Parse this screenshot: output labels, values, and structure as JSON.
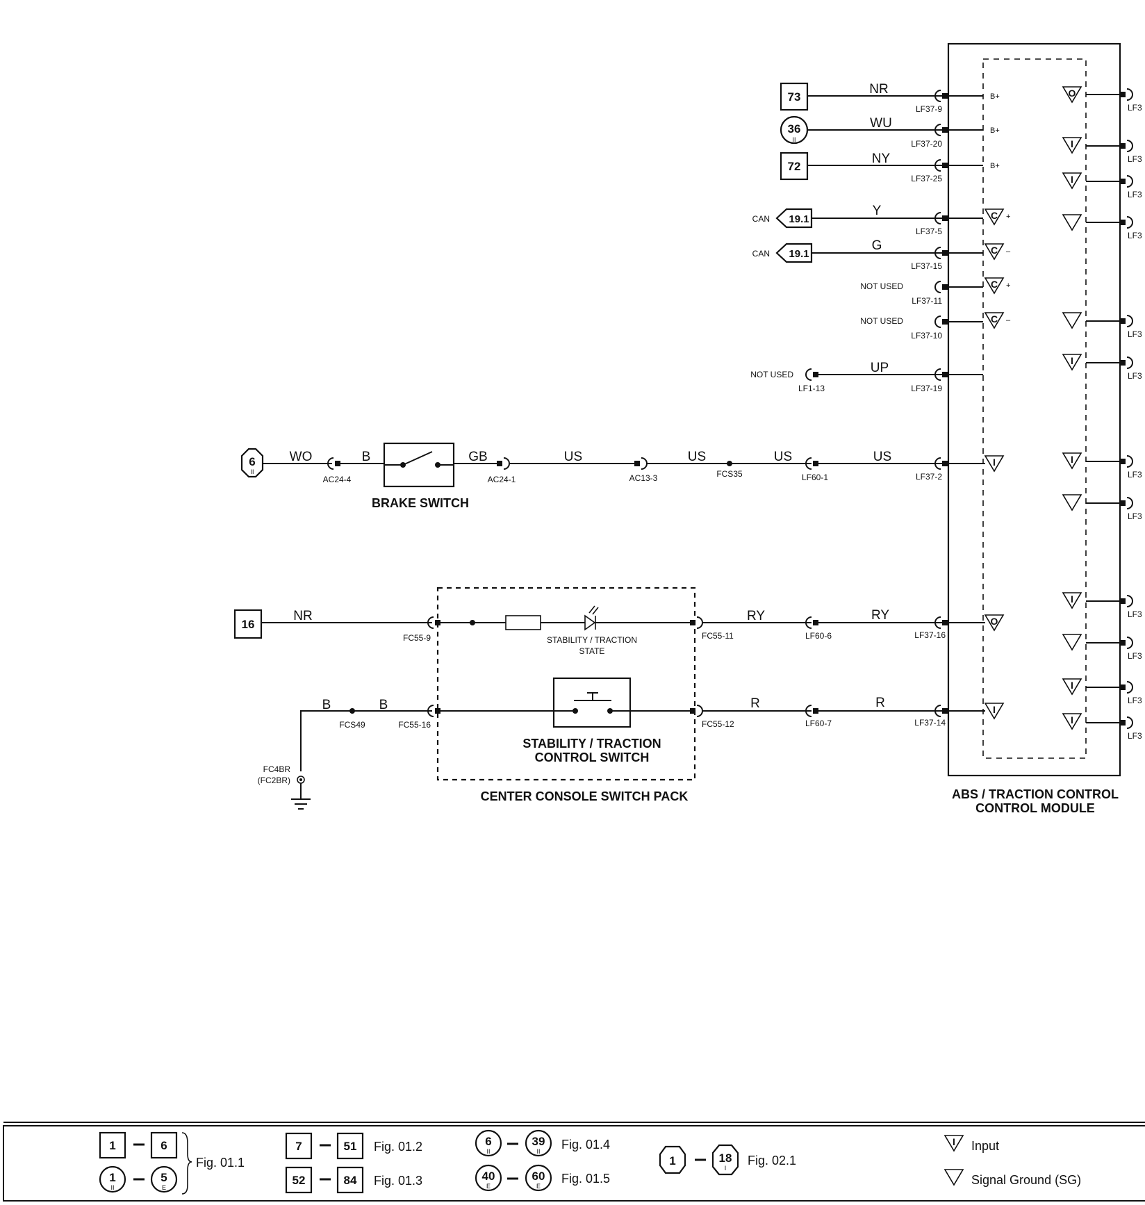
{
  "module": {
    "title_line1": "ABS / TRACTION CONTROL",
    "title_line2": "CONTROL MODULE",
    "pins": {
      "bplus": "B+",
      "c_plus": "+",
      "c_minus": "–"
    }
  },
  "symbols": {
    "input": "I",
    "output": "O",
    "can": "C"
  },
  "supplies": [
    {
      "ref": "73",
      "wire": "NR",
      "conn": "LF37-9"
    },
    {
      "ref": "36",
      "sub": "II",
      "wire": "WU",
      "conn": "LF37-20"
    },
    {
      "ref": "72",
      "wire": "NY",
      "conn": "LF37-25"
    }
  ],
  "can": [
    {
      "label": "CAN",
      "ref": "19.1",
      "wire": "Y",
      "conn": "LF37-5"
    },
    {
      "label": "CAN",
      "ref": "19.1",
      "wire": "G",
      "conn": "LF37-15"
    },
    {
      "label": "NOT USED",
      "conn": "LF37-11"
    },
    {
      "label": "NOT USED",
      "conn": "LF37-10"
    }
  ],
  "unused_line": {
    "label": "NOT USED",
    "conn_left": "LF1-13",
    "wire": "UP",
    "conn_right": "LF37-19"
  },
  "brake_circuit": {
    "ref": "6",
    "ref_sub": "II",
    "wire1": "WO",
    "conn1": "AC24-4",
    "wire2": "B",
    "switch_label": "BRAKE SWITCH",
    "wire3": "GB",
    "conn2": "AC24-1",
    "wire4": "US",
    "conn3": "AC13-3",
    "wire5": "US",
    "splice": "FCS35",
    "wire6": "US",
    "conn4": "LF60-1",
    "wire7": "US",
    "conn5": "LF37-2"
  },
  "console": {
    "ref": "16",
    "wire_in": "NR",
    "conn_in": "FC55-9",
    "lamp_label_line1": "STABILITY / TRACTION",
    "lamp_label_line2": "STATE",
    "conn_out1": "FC55-11",
    "wire_out1a": "RY",
    "conn_mid1": "LF60-6",
    "wire_out1b": "RY",
    "conn_end1": "LF37-16",
    "ground_wire1": "B",
    "splice": "FCS49",
    "ground_wire2": "B",
    "conn_in2": "FC55-16",
    "switch_label_line1": "STABILITY / TRACTION",
    "switch_label_line2": "CONTROL SWITCH",
    "conn_out2": "FC55-12",
    "wire_out2a": "R",
    "conn_mid2": "LF60-7",
    "wire_out2b": "R",
    "conn_end2": "LF37-14",
    "ground_line1": "FC4BR",
    "ground_line2": "(FC2BR)",
    "pack_label": "CENTER CONSOLE SWITCH PACK"
  },
  "right_pins": [
    "LF3",
    "LF3",
    "LF3",
    "LF3",
    "LF3",
    "LF3",
    "LF3",
    "LF3",
    "LF3",
    "LF3",
    "LF3",
    "LF3",
    "LF3"
  ],
  "legend": {
    "g1": {
      "a": "1",
      "b": "6",
      "c": "1",
      "c_sub": "II",
      "d": "5",
      "d_sub": "E",
      "fig": "Fig. 01.1"
    },
    "g2": {
      "a": "7",
      "b": "51",
      "fig": "Fig. 01.2"
    },
    "g3": {
      "a": "52",
      "b": "84",
      "fig": "Fig. 01.3"
    },
    "g4": {
      "a": "6",
      "a_sub": "II",
      "b": "39",
      "b_sub": "II",
      "fig": "Fig. 01.4"
    },
    "g5": {
      "a": "40",
      "a_sub": "E",
      "b": "60",
      "b_sub": "E",
      "fig": "Fig. 01.5"
    },
    "g6": {
      "a": "1",
      "b": "18",
      "b_sub": "I",
      "fig": "Fig. 02.1"
    },
    "input_label": "Input",
    "sg_label": "Signal Ground (SG)"
  }
}
